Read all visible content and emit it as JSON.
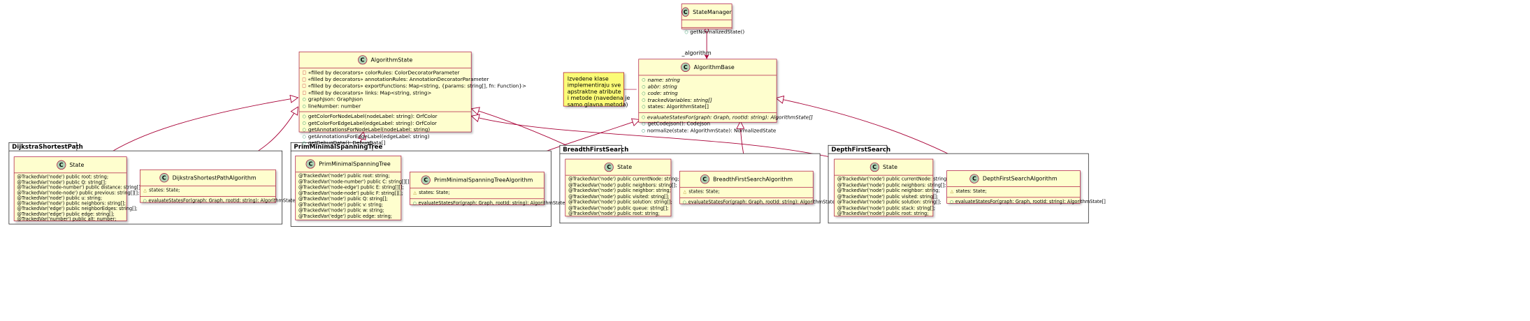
{
  "colors": {
    "class_fill": "#fefece",
    "class_border": "#a80036",
    "badge_fill": "#add1b2",
    "note_fill": "#fbfb77",
    "edge": "#a80036"
  },
  "classes": {
    "state_manager": {
      "badge": "C",
      "name": "StateManager",
      "fields": [],
      "methods": [
        "getNormalizedState()"
      ]
    },
    "algorithm_base": {
      "badge": "C",
      "name": "AlgorithmBase",
      "fields": [
        "name: string",
        "abbr: string",
        "code: string",
        "trackedVariables: string[]",
        "states: AlgorithmState[]"
      ],
      "methods": [
        "evaluateStatesFor(graph: Graph, rootId: string): AlgorithmState[]",
        "getCodeJson(): CodeJson",
        "normalize(state: AlgorithmState): NormalizedState"
      ]
    },
    "algorithm_state": {
      "badge": "C",
      "name": "AlgorithmState",
      "fields": [
        "«filled by decorators» colorRules: ColorDecoratorParameter",
        "«filled by decorators» annotationRules: AnnotationDecoratorParameter",
        "«filled by decorators» exportFunctions: Map<string, {params: string[], fn: Function}>",
        "«filled by decorators» links: Map<string, string>",
        "graphJson: GraphJson",
        "lineNumber: number"
      ],
      "methods": [
        "getColorForNodeLabel(nodeLabel: string): OrfColor",
        "getColorForEdgeLabel(edgeLabel: string): OrfColor",
        "getAnnotationsForNodeLabel(nodeLabel: string)",
        "getAnnotationsForEdgeLabel(edgeLabel: string)",
        "getDebugData(): DebugData[]"
      ]
    },
    "dijkstra_state": {
      "badge": "C",
      "name": "State",
      "fields": [
        "@TrackedVar('node') public root: string;",
        "@TrackedVar('node') public Q: string[];",
        "@TrackedVar('node-number') public distance: string[][];",
        "@TrackedVar('node-node') public previous: string[][];",
        "@TrackedVar('node') public u: string;",
        "@TrackedVar('node') public neighbors: string[];",
        "@TrackedVar('edge') public neighborEdges: string[];",
        "@TrackedVar('edge') public edge: string[];",
        "@TrackedVar('number') public alt: number;"
      ],
      "methods": []
    },
    "dijkstra_algorithm": {
      "badge": "C",
      "name": "DijkstraShortestPathAlgorithm",
      "fields": [
        "states: State;"
      ],
      "methods": [
        "evaluateStatesFor(graph: Graph, rootId: string): AlgorithmState[]"
      ]
    },
    "prim_state": {
      "badge": "C",
      "name": "PrimMinimalSpanningTree",
      "fields": [
        "@TrackedVar('node') public root: string;",
        "@TrackedVar('node-number') public C: string[][];",
        "@TrackedVar('node-edge') public E: string[][];",
        "@TrackedVar('node-node') public F: string[][];",
        "@TrackedVar('node') public Q: string[];",
        "@TrackedVar('node') public v: string;",
        "@TrackedVar('node') public w: string;",
        "@TrackedVar('edge') public edge: string;"
      ],
      "methods": []
    },
    "prim_algorithm": {
      "badge": "C",
      "name": "PrimMinimalSpanningTreeAlgorithm",
      "fields": [
        "states: State;"
      ],
      "methods": [
        "evaluateStatesFor(graph: Graph, rootId: string): AlgorithmState[]"
      ]
    },
    "bfs_state": {
      "badge": "C",
      "name": "State",
      "fields": [
        "@TrackedVar('node') public currentNode: string;",
        "@TrackedVar('node') public neighbors: string[];",
        "@TrackedVar('node') public neighbor: string;",
        "@TrackedVar('node') public visited: string[];",
        "@TrackedVar('node') public solution: string[];",
        "@TrackedVar('node') public queue: string[];",
        "@TrackedVar('node') public root: string;"
      ],
      "methods": []
    },
    "bfs_algorithm": {
      "badge": "C",
      "name": "BreadthFirstSearchAlgorithm",
      "fields": [
        "states: State;"
      ],
      "methods": [
        "evaluateStatesFor(graph: Graph, rootId: string): AlgorithmState[]"
      ]
    },
    "dfs_state": {
      "badge": "C",
      "name": "State",
      "fields": [
        "@TrackedVar('node') public currentNode: string;",
        "@TrackedVar('node') public neighbors: string[];",
        "@TrackedVar('node') public neighbor: string;",
        "@TrackedVar('node') public visited: string[];",
        "@TrackedVar('node') public solution: string[];",
        "@TrackedVar('node') public stack: string[];",
        "@TrackedVar('node') public root: string;"
      ],
      "methods": []
    },
    "dfs_algorithm": {
      "badge": "C",
      "name": "DepthFirstSearchAlgorithm",
      "fields": [
        "states: State;"
      ],
      "methods": [
        "evaluateStatesFor(graph: Graph, rootId: string): AlgorithmState[]"
      ]
    }
  },
  "packages": {
    "dijkstra": "DijkstraShortestPath",
    "prim": "PrimMinimalSpanningTree",
    "bfs": "BreadthFirstSearch",
    "dfs": "DepthFirstSearch"
  },
  "note": {
    "lines": [
      "Izvedene klase",
      "implementiraju sve",
      "apstraktne atribute",
      "i metode (navedena je",
      "samo glavna metoda)"
    ]
  },
  "edge_labels": {
    "algorithm_role": "_algorithm"
  }
}
